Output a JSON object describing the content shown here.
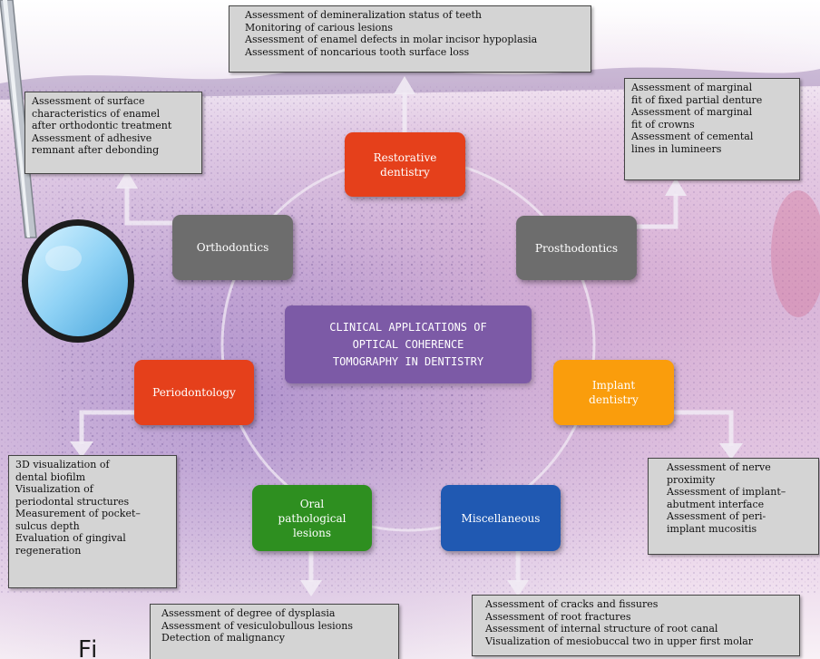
{
  "center": {
    "title": "CLINICAL APPLICATIONS OF\nOPTICAL COHERENCE\nTOMOGRAPHY IN DENTISTRY"
  },
  "nodes": {
    "restorative": "Restorative\ndentistry",
    "orthodontics": "Orthodontics",
    "prosthodontics": "Prosthodontics",
    "periodontology": "Periodontology",
    "implant": "Implant\ndentistry",
    "oral_pathology": "Oral\npathological\nlesions",
    "miscellaneous": "Miscellaneous"
  },
  "boxes": {
    "restorative": [
      "Assessment of demineralization status of teeth",
      "Monitoring of carious lesions",
      "Assessment of enamel defects in molar incisor hypoplasia",
      "Assessment of noncarious tooth surface loss"
    ],
    "orthodontics": [
      "Assessment of surface\ncharacteristics of enamel\nafter orthodontic treatment",
      "Assessment of adhesive\nremnant after debonding"
    ],
    "prosthodontics": [
      "Assessment of marginal\nfit of fixed partial denture",
      "Assessment of marginal\nfit of crowns",
      "Assessment of cemental\nlines in lumineers"
    ],
    "periodontology": [
      "3D visualization of\ndental biofilm",
      "Visualization of\nperiodontal structures",
      "Measurement of pocket–\nsulcus depth",
      "Evaluation of gingival\nregeneration"
    ],
    "implant": [
      "Assessment of nerve\nproximity",
      "Assessment of implant–\nabutment interface",
      "Assessment of peri-\nimplant mucositis"
    ],
    "oral_pathology": [
      "Assessment of degree of dysplasia",
      "Assessment of vesiculobullous lesions",
      "Detection of malignancy"
    ],
    "miscellaneous": [
      "Assessment of cracks and fissures",
      "Assessment of root fractures",
      "Assessment of internal structure of root canal",
      "Visualization of mesiobuccal two in upper first molar"
    ]
  },
  "handwriting": "Fi",
  "colors": {
    "red": "#e5401b",
    "grey": "#6d6d6d",
    "orange": "#fa9d0c",
    "green": "#2e8f20",
    "blue": "#2059b2",
    "purple": "#7c5aa6",
    "box": "#d4d4d4"
  }
}
